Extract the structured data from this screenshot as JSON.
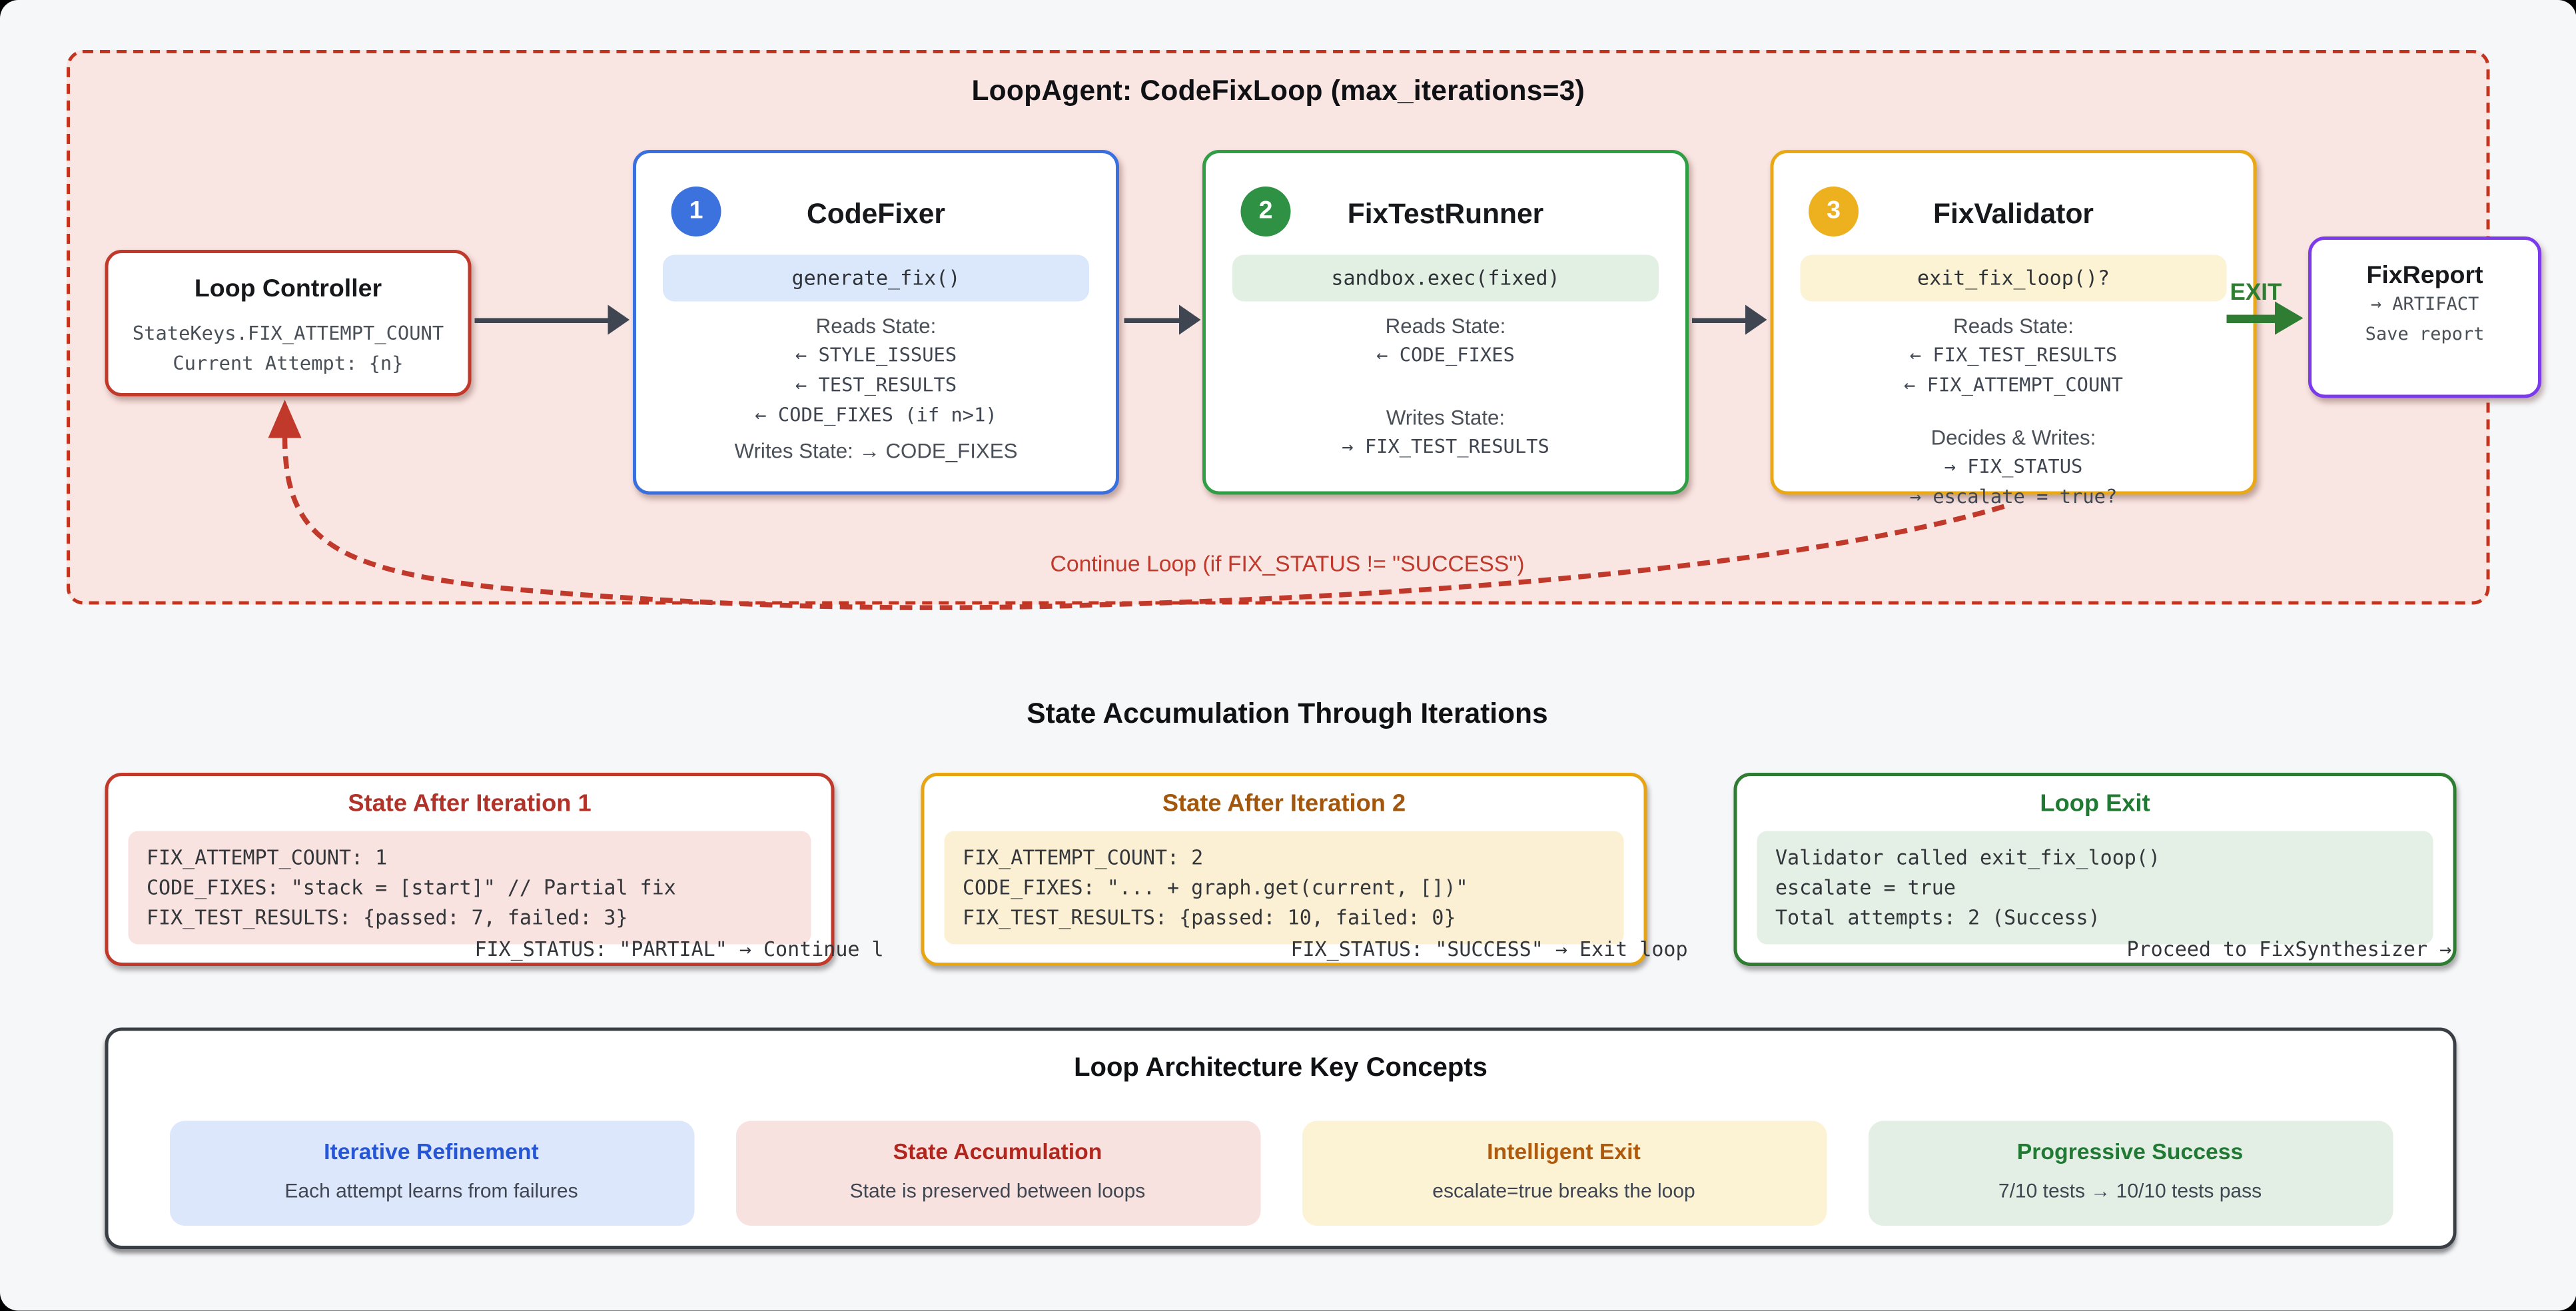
{
  "loop": {
    "title": "LoopAgent: CodeFixLoop (max_iterations=3)",
    "controller": {
      "title": "Loop Controller",
      "line1": "StateKeys.FIX_ATTEMPT_COUNT",
      "line2": "Current Attempt: {n}"
    },
    "nodes": [
      {
        "number": "1",
        "title": "CodeFixer",
        "pill": "generate_fix()",
        "reads_label": "Reads State:",
        "read1": "← STYLE_ISSUES",
        "read2": "← TEST_RESULTS",
        "read3": "← CODE_FIXES (if n>1)",
        "writes_line": "Writes State: → CODE_FIXES"
      },
      {
        "number": "2",
        "title": "FixTestRunner",
        "pill": "sandbox.exec(fixed)",
        "reads_label": "Reads State:",
        "read1": "← CODE_FIXES",
        "writes_label": "Writes State:",
        "write1": "→ FIX_TEST_RESULTS"
      },
      {
        "number": "3",
        "title": "FixValidator",
        "pill": "exit_fix_loop()?",
        "reads_label": "Reads State:",
        "read1": "← FIX_TEST_RESULTS",
        "read2": "← FIX_ATTEMPT_COUNT",
        "decides_label": "Decides & Writes:",
        "write1": "→ FIX_STATUS",
        "write2": "→ escalate = true?"
      }
    ],
    "exit_label": "EXIT",
    "fix_report": {
      "title": "FixReport",
      "line1": "→ ARTIFACT",
      "line2": "Save report"
    },
    "continue_label": "Continue Loop (if FIX_STATUS != \"SUCCESS\")"
  },
  "state_section": {
    "heading": "State Accumulation Through Iterations",
    "boxes": [
      {
        "title": "State After Iteration 1",
        "code": "FIX_ATTEMPT_COUNT: 1\nCODE_FIXES: \"stack = [start]\" // Partial fix\nFIX_TEST_RESULTS: {passed: 7, failed: 3}",
        "overflow": "FIX_STATUS: \"PARTIAL\" → Continue loop"
      },
      {
        "title": "State After Iteration 2",
        "code": "FIX_ATTEMPT_COUNT: 2\nCODE_FIXES: \"... + graph.get(current, [])\"\nFIX_TEST_RESULTS: {passed: 10, failed: 0}",
        "overflow": "FIX_STATUS: \"SUCCESS\" → Exit loop"
      },
      {
        "title": "Loop Exit",
        "code": "Validator called exit_fix_loop()\nescalate = true\nTotal attempts: 2 (Success)",
        "overflow": "Proceed to FixSynthesizer →"
      }
    ]
  },
  "key_concepts": {
    "title": "Loop Architecture Key Concepts",
    "cards": [
      {
        "title": "Iterative Refinement",
        "subtitle": "Each attempt learns from failures"
      },
      {
        "title": "State Accumulation",
        "subtitle": "State is preserved between loops"
      },
      {
        "title": "Intelligent Exit",
        "subtitle": "escalate=true breaks the loop"
      },
      {
        "title": "Progressive Success",
        "subtitle": "7/10 tests → 10/10 tests pass"
      }
    ]
  },
  "colors": {
    "container_fill": "#f9e5e2",
    "container_border": "#c3331d",
    "blue_accent": "#3a6fe0",
    "green_accent": "#2f9e44",
    "amber_accent": "#eaa814",
    "purple_accent": "#7c3aed",
    "red_accent": "#c0392b",
    "arrow_gray": "#3f4651",
    "exit_green": "#2e7d32",
    "page_bg": "#f6f7f9"
  }
}
